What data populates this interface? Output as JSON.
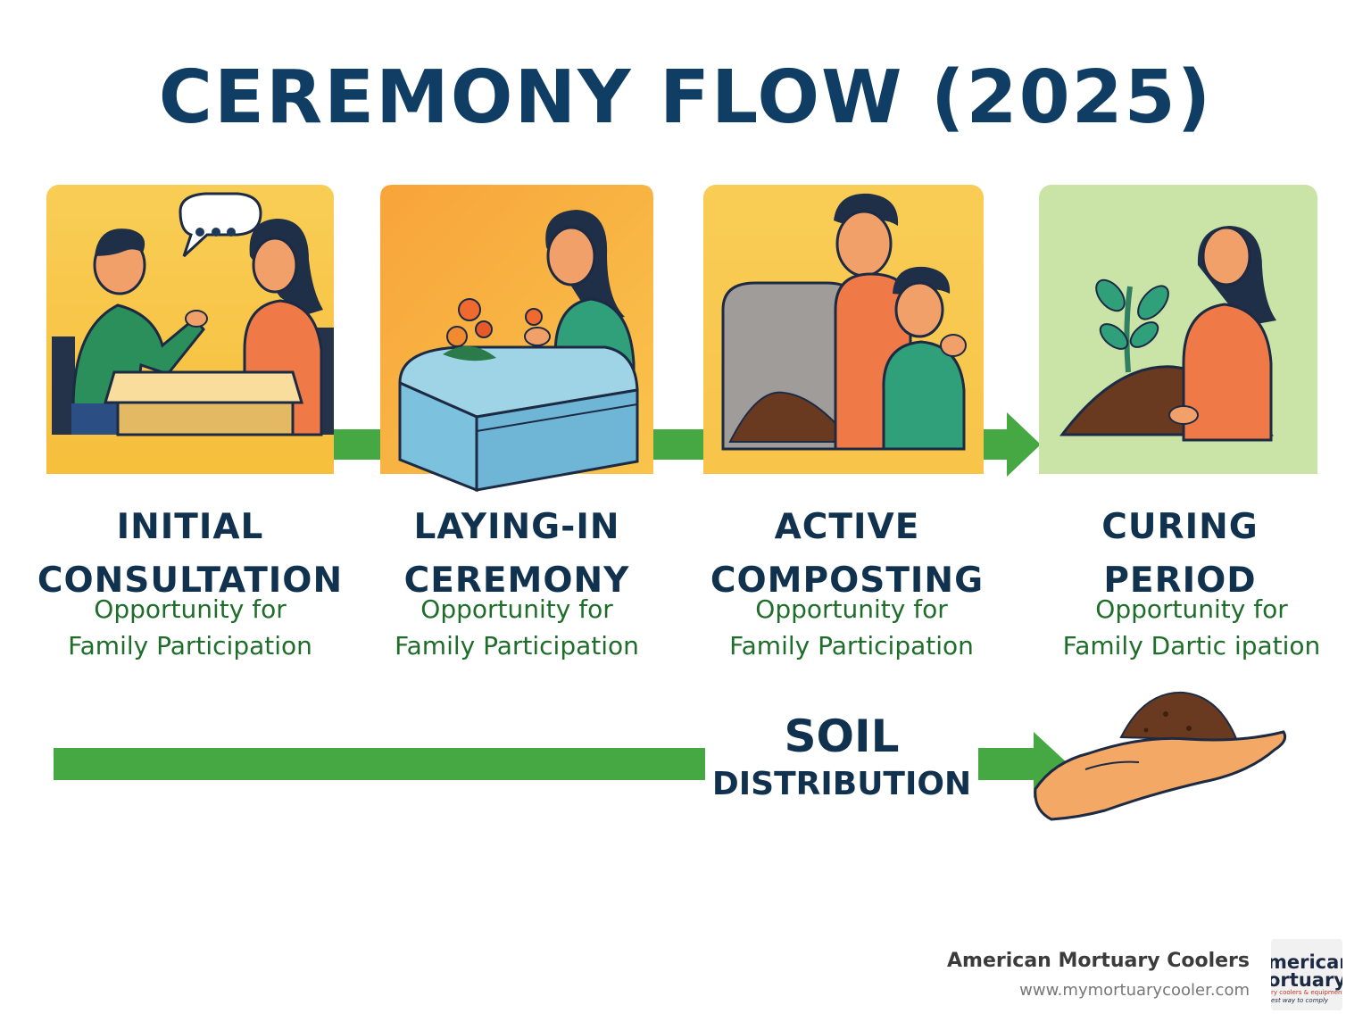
{
  "title": "CEREMONY FLOW (2025)",
  "steps": [
    {
      "title_line1": "INITIAL",
      "title_line2": "CONSULTATION",
      "sub_line1": "Opportunity for",
      "sub_line2": "Family Participation"
    },
    {
      "title_line1": "LAYING-IN",
      "title_line2": "CEREMONY",
      "sub_line1": "Opportunity for",
      "sub_line2": "Family Participation"
    },
    {
      "title_line1": "ACTIVE",
      "title_line2": "COMPOSTING",
      "sub_line1": "Opportunity for",
      "sub_line2": "Family Participation"
    },
    {
      "title_line1": "CURING",
      "title_line2": "PERIOD",
      "sub_line1": "Opportunity for",
      "sub_line2": "Family Dartic ipation"
    }
  ],
  "final_step": {
    "line1": "SOIL",
    "line2": "DISTRIBUTION"
  },
  "brand": {
    "name": "American Mortuary Coolers",
    "url": "www.mymortuarycooler.com",
    "logo_line1": "merican",
    "logo_line2": "ortuary",
    "logo_line3": "ry coolers & equipment",
    "logo_line4": "est way to comply"
  },
  "colors": {
    "title": "#0f3d63",
    "arrow": "#45a843",
    "subtitle": "#1f6d2a",
    "panel_yellow": "#f8c84a",
    "panel_orange": "#f6a53a",
    "panel_green": "#c6e3a2"
  }
}
